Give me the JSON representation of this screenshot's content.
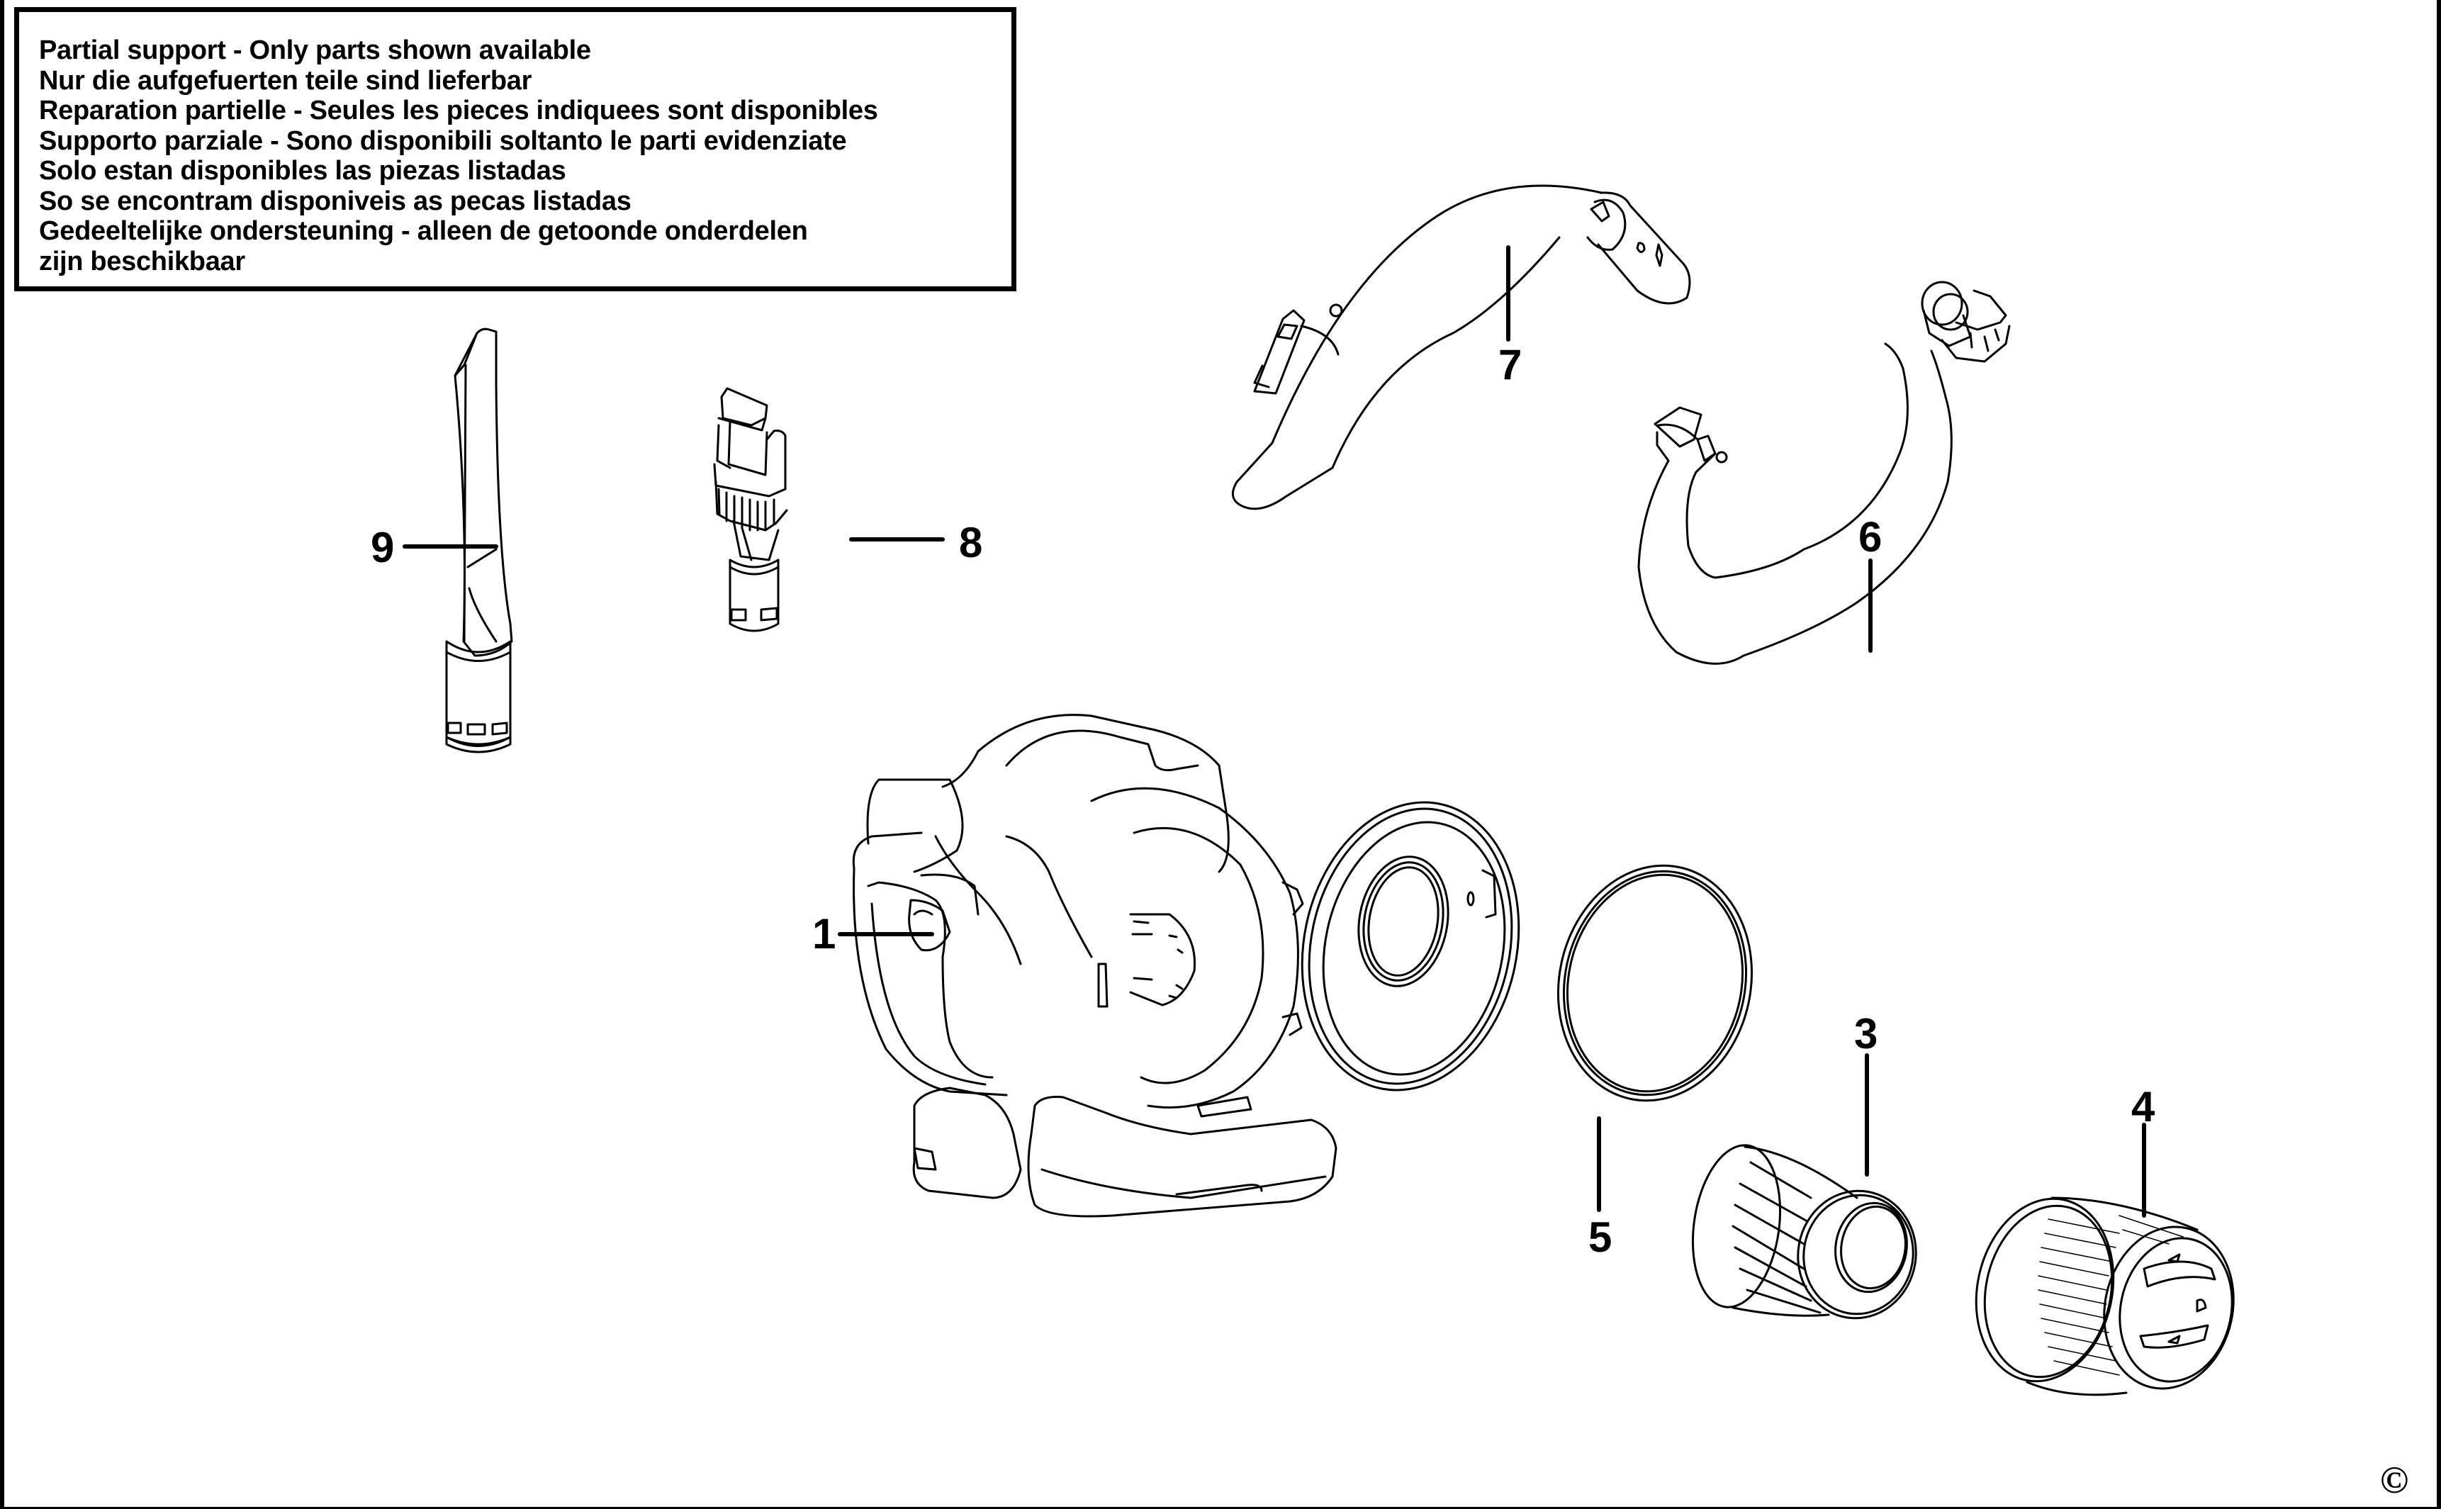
{
  "notice": {
    "lines": [
      "Partial support - Only parts shown available",
      "Nur die aufgefuerten teile sind lieferbar",
      "Reparation partielle - Seules les pieces indiquees sont disponibles",
      "Supporto parziale - Sono disponibili soltanto le parti evidenziate",
      "Solo estan disponibles las piezas listadas",
      "So se encontram disponiveis as pecas listadas",
      "Gedeeltelijke ondersteuning - alleen de getoonde onderdelen",
      "zijn beschikbaar"
    ]
  },
  "parts": [
    {
      "number": "1",
      "name": "main-housing"
    },
    {
      "number": "3",
      "name": "pleated-filter"
    },
    {
      "number": "4",
      "name": "filter-cover"
    },
    {
      "number": "5",
      "name": "gasket-ring"
    },
    {
      "number": "6",
      "name": "flexible-hose"
    },
    {
      "number": "7",
      "name": "curved-hose-wand"
    },
    {
      "number": "8",
      "name": "brush-nozzle"
    },
    {
      "number": "9",
      "name": "crevice-tool"
    }
  ],
  "copyright_symbol": "©",
  "colors": {
    "ink": "#000000",
    "paper": "#ffffff"
  }
}
